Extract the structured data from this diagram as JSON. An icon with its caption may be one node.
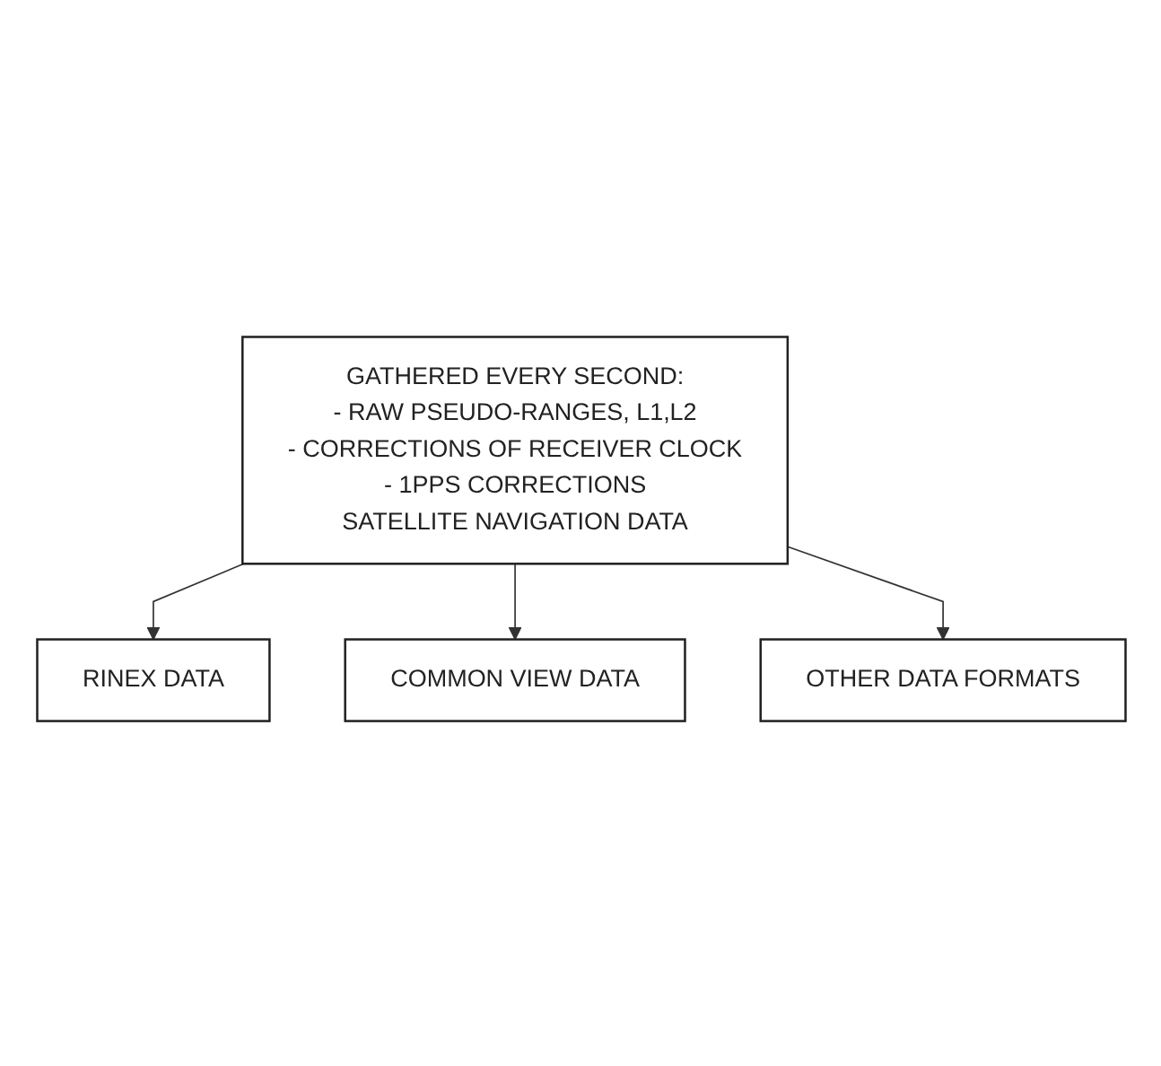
{
  "diagram": {
    "nodes": [
      {
        "text": [
          "GATHERED EVERY SECOND:",
          "- RAW PSEUDO-RANGES, L1,L2",
          "- CORRECTIONS OF RECEIVER CLOCK",
          "- 1PPS CORRECTIONS",
          "SATELLITE NAVIGATION DATA"
        ]
      },
      {
        "text": [
          "RINEX DATA"
        ]
      },
      {
        "text": [
          "COMMON VIEW DATA"
        ]
      },
      {
        "text": [
          "OTHER DATA FORMATS"
        ]
      }
    ],
    "edges": [
      {
        "from": 0,
        "to": 1,
        "arrow": "to"
      },
      {
        "from": 0,
        "to": 2,
        "arrow": "to"
      },
      {
        "from": 0,
        "to": 3,
        "arrow": "to"
      }
    ]
  }
}
